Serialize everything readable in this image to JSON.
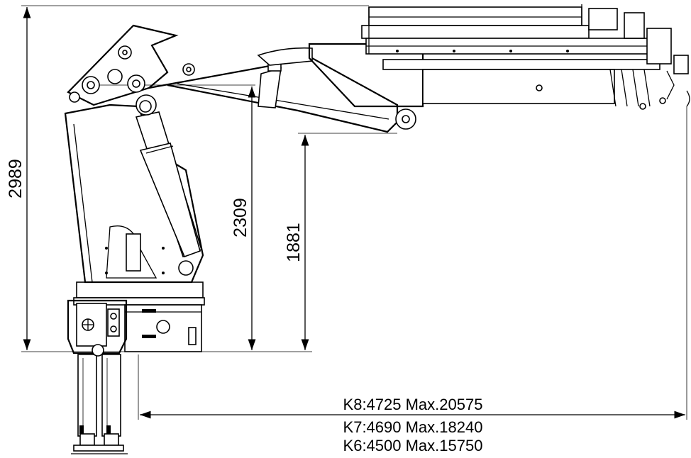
{
  "dimensions": {
    "total_height": "2989",
    "boom_pivot_height": "2309",
    "boom_underside_height": "1881"
  },
  "reach": {
    "k8": "K8:4725 Max.20575",
    "k7": "K7:4690 Max.18240",
    "k6": "K6:4500 Max.15750"
  }
}
